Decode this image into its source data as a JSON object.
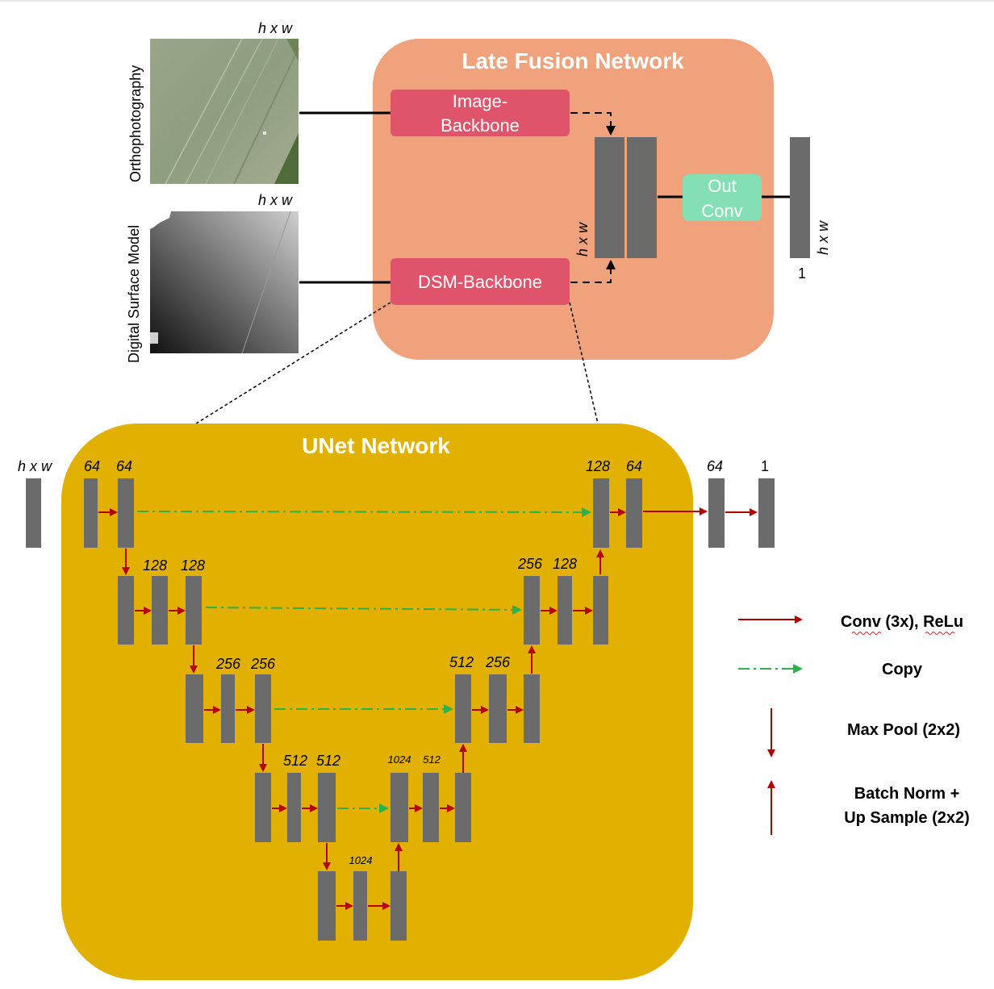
{
  "late_fusion": {
    "title": "Late Fusion Network",
    "image_backbone": [
      "Image-",
      "Backbone"
    ],
    "dsm_backbone": "DSM-Backbone",
    "out_conv": [
      "Out",
      "Conv"
    ],
    "concat_dim": "h x w",
    "output_dim": "h x w",
    "output_channels": "1"
  },
  "inputs": {
    "ortho_label": "Orthophotography",
    "ortho_dim": "h x w",
    "dsm_label": "Digital Surface Model",
    "dsm_dim": "h x w"
  },
  "unet": {
    "title": "UNet Network",
    "input_dim": "h x w",
    "levels": {
      "l1_enc": [
        "64",
        "64"
      ],
      "l1_dec": [
        "128",
        "64"
      ],
      "l1_out": [
        "64",
        "1"
      ],
      "l2_enc": [
        "128",
        "128"
      ],
      "l2_dec": [
        "256",
        "128"
      ],
      "l3_enc": [
        "256",
        "256"
      ],
      "l3_dec": [
        "512",
        "256"
      ],
      "l4_enc": [
        "512",
        "512"
      ],
      "l4_dec": [
        "1024",
        "512"
      ],
      "bottleneck": "1024"
    }
  },
  "legend": {
    "conv": "Conv (3x), ReLu",
    "copy": "Copy",
    "maxpool": "Max Pool (2x2)",
    "upsample_line1": "Batch Norm +",
    "upsample_line2": "Up Sample (2x2)"
  },
  "colors": {
    "late_fusion_bg": "#F0A27C",
    "unet_bg": "#E2B000",
    "backbone": "#DF546A",
    "out_conv": "#84DFB5",
    "bar": "#6b6b6b",
    "conv_arrow": "#B40000",
    "copy_arrow": "#2DB14A"
  }
}
